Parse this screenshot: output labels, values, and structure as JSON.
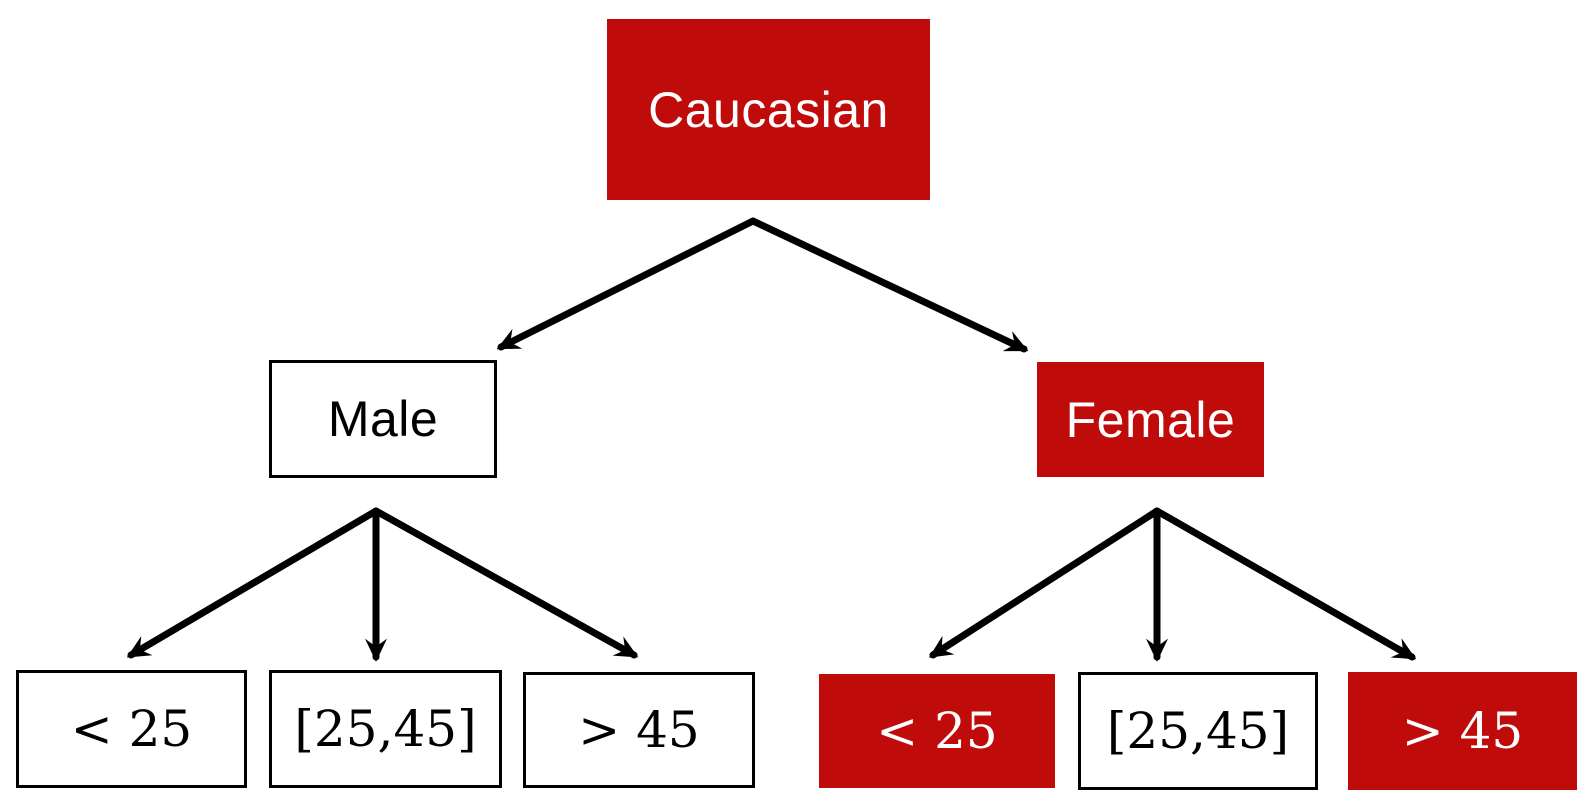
{
  "diagram": {
    "type": "decision-tree",
    "tree": {
      "root": {
        "label": "Caucasian",
        "highlighted": true
      },
      "children": [
        {
          "label": "Male",
          "highlighted": false,
          "children": [
            {
              "label": "< 25",
              "highlighted": false
            },
            {
              "label": "[25,45]",
              "highlighted": false
            },
            {
              "label": "> 45",
              "highlighted": false
            }
          ]
        },
        {
          "label": "Female",
          "highlighted": true,
          "children": [
            {
              "label": "< 25",
              "highlighted": true
            },
            {
              "label": "[25,45]",
              "highlighted": false
            },
            {
              "label": "> 45",
              "highlighted": true
            }
          ]
        }
      ]
    }
  },
  "colors": {
    "highlight_red": "#c00b0b",
    "plain_fill": "#ffffff",
    "border": "#000000",
    "arrow": "#000000",
    "text_on_red": "#ffffff",
    "text_on_white": "#000000"
  }
}
